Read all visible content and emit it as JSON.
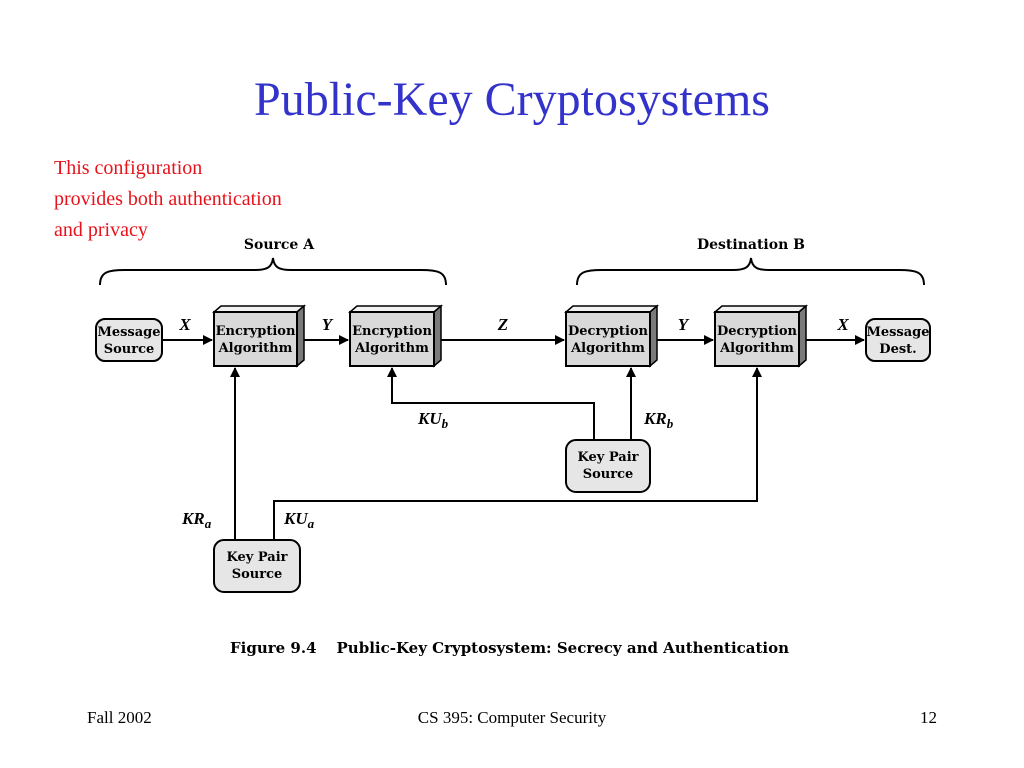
{
  "slide": {
    "title": "Public-Key Cryptosystems",
    "note_lines": [
      "This configuration",
      "provides both authentication",
      "and privacy"
    ]
  },
  "diagram": {
    "source_label": "Source A",
    "destination_label": "Destination B",
    "message_source": [
      "Message",
      "Source"
    ],
    "encryption_1": [
      "Encryption",
      "Algorithm"
    ],
    "encryption_2": [
      "Encryption",
      "Algorithm"
    ],
    "decryption_1": [
      "Decryption",
      "Algorithm"
    ],
    "decryption_2": [
      "Decryption",
      "Algorithm"
    ],
    "message_dest": [
      "Message",
      "Dest."
    ],
    "key_pair_b": [
      "Key Pair",
      "Source"
    ],
    "key_pair_a": [
      "Key Pair",
      "Source"
    ],
    "flow_labels": {
      "x1": "X",
      "y1": "Y",
      "z": "Z",
      "y2": "Y",
      "x2": "X"
    },
    "keys": {
      "ku_b": {
        "main": "KU",
        "sub": "b"
      },
      "kr_b": {
        "main": "KR",
        "sub": "b"
      },
      "kr_a": {
        "main": "KR",
        "sub": "a"
      },
      "ku_a": {
        "main": "KU",
        "sub": "a"
      }
    },
    "caption_number": "Figure 9.4",
    "caption_text": "Public-Key Cryptosystem: Secrecy and Authentication"
  },
  "footer": {
    "left": "Fall 2002",
    "center": "CS 395: Computer Security",
    "right": "12"
  }
}
